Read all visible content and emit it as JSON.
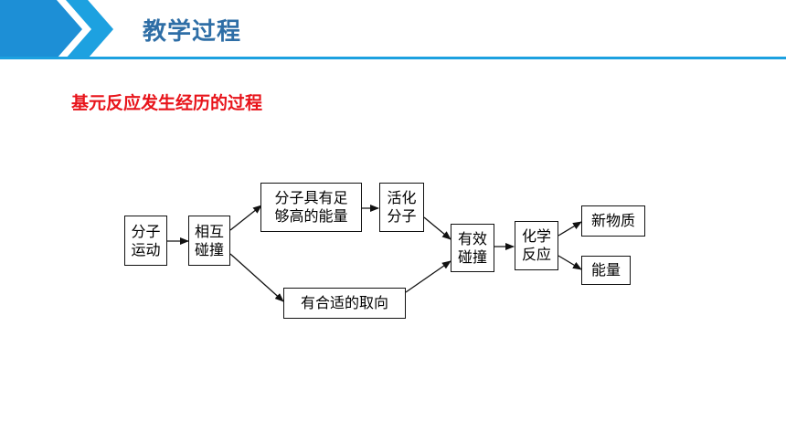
{
  "header": {
    "title": "教学过程",
    "accent_color": "#1da1e0",
    "title_color": "#2e6ea6"
  },
  "subtitle": "基元反应发生经历的过程",
  "diagram": {
    "nodes": [
      {
        "id": "fenzi_yundong",
        "label": "分子\n运动"
      },
      {
        "id": "xianghu_pengzhuang",
        "label": "相互\n碰撞"
      },
      {
        "id": "zugou_nengliang",
        "label": "分子具有足\n够高的能量"
      },
      {
        "id": "huohua_fenzi",
        "label": "活化\n分子"
      },
      {
        "id": "heshi_quxiang",
        "label": "有合适的取向"
      },
      {
        "id": "youxiao_pengzhuang",
        "label": "有效\n碰撞"
      },
      {
        "id": "huaxue_fanying",
        "label": "化学\n反应"
      },
      {
        "id": "xin_wuzhi",
        "label": "新物质"
      },
      {
        "id": "nengliang",
        "label": "能量"
      }
    ],
    "edges": [
      [
        "fenzi_yundong",
        "xianghu_pengzhuang"
      ],
      [
        "xianghu_pengzhuang",
        "zugou_nengliang"
      ],
      [
        "xianghu_pengzhuang",
        "heshi_quxiang"
      ],
      [
        "zugou_nengliang",
        "huohua_fenzi"
      ],
      [
        "huohua_fenzi",
        "youxiao_pengzhuang"
      ],
      [
        "heshi_quxiang",
        "youxiao_pengzhuang"
      ],
      [
        "youxiao_pengzhuang",
        "huaxue_fanying"
      ],
      [
        "huaxue_fanying",
        "xin_wuzhi"
      ],
      [
        "huaxue_fanying",
        "nengliang"
      ]
    ]
  }
}
